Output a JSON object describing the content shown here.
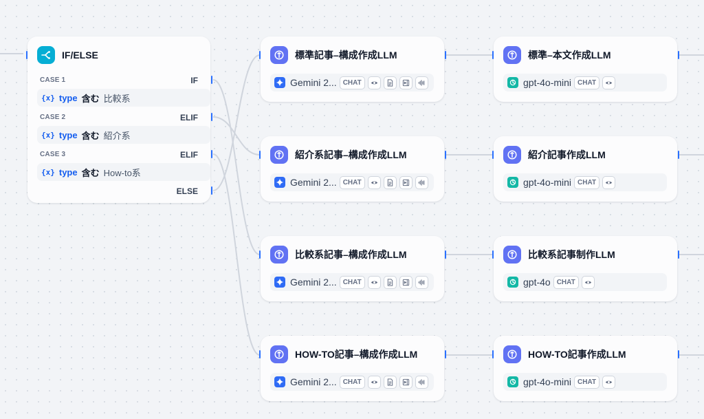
{
  "ifelse": {
    "title": "IF/ELSE",
    "cases": [
      {
        "label": "CASE 1",
        "branch": "IF",
        "var_icon": "{x}",
        "variable": "type",
        "operator": "含む",
        "value": "比較系"
      },
      {
        "label": "CASE 2",
        "branch": "ELIF",
        "var_icon": "{x}",
        "variable": "type",
        "operator": "含む",
        "value": "紹介系"
      },
      {
        "label": "CASE 3",
        "branch": "ELIF",
        "var_icon": "{x}",
        "variable": "type",
        "operator": "含む",
        "value": "How-to系"
      }
    ],
    "else_label": "ELSE"
  },
  "structure_nodes": [
    {
      "title": "標準記事–構成作成LLM",
      "model": "Gemini 2...",
      "tag": "CHAT"
    },
    {
      "title": "紹介系記事–構成作成LLM",
      "model": "Gemini 2...",
      "tag": "CHAT"
    },
    {
      "title": "比較系記事–構成作成LLM",
      "model": "Gemini 2...",
      "tag": "CHAT"
    },
    {
      "title": "HOW-TO記事–構成作成LLM",
      "model": "Gemini 2...",
      "tag": "CHAT"
    }
  ],
  "writing_nodes": [
    {
      "title": "標準–本文作成LLM",
      "model": "gpt-4o-mini",
      "tag": "CHAT"
    },
    {
      "title": "紹介記事作成LLM",
      "model": "gpt-4o-mini",
      "tag": "CHAT"
    },
    {
      "title": "比較系記事制作LLM",
      "model": "gpt-4o",
      "tag": "CHAT"
    },
    {
      "title": "HOW-TO記事作成LLM",
      "model": "gpt-4o-mini",
      "tag": "CHAT"
    }
  ],
  "colors": {
    "ifelse_icon_bg": "#06aed4",
    "llm_icon_bg": "#6172f3",
    "gemini_icon_bg": "#2f6bf5",
    "openai_icon_bg": "#14b8a6",
    "edge": "#d0d5dd",
    "handle": "#2970ff"
  },
  "icons": {
    "ifelse": "branch-icon",
    "llm": "llm-icon",
    "gemini": "gemini-icon",
    "openai": "openai-icon",
    "vision": "eye-icon",
    "document": "document-icon",
    "video": "video-icon",
    "audio": "audio-icon"
  }
}
